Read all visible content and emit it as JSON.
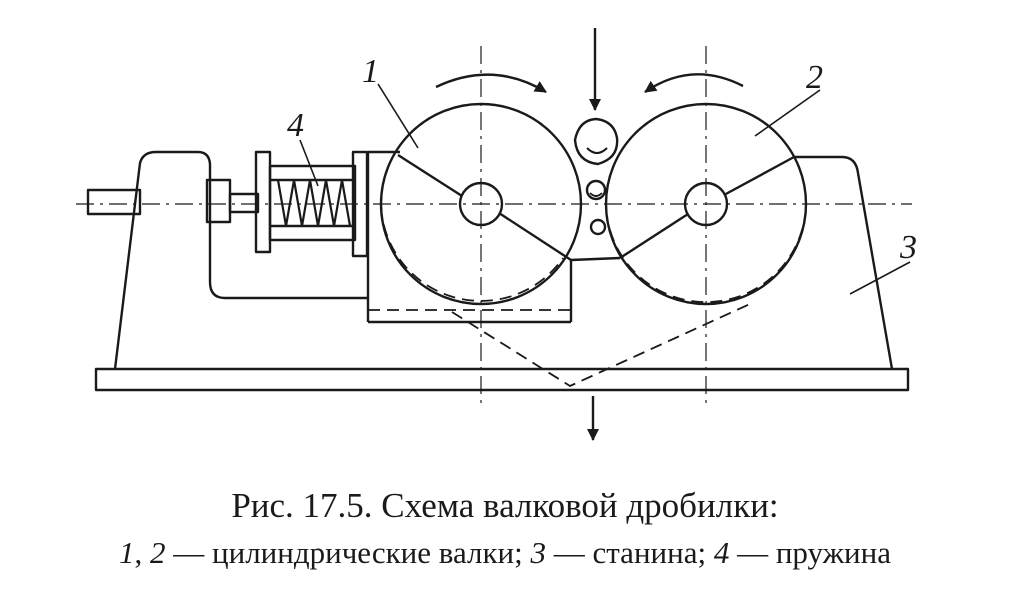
{
  "figure": {
    "callouts": {
      "roll1": "1",
      "roll2": "2",
      "frame": "3",
      "spring": "4"
    },
    "caption": {
      "title": "Рис. 17.5. Схема валковой дробилки:",
      "legend": [
        {
          "num": "1",
          "sep": ", "
        },
        {
          "num": "2",
          "sep": " — ",
          "text": "цилиндрические валки; "
        },
        {
          "num": "3",
          "sep": " — ",
          "text": "станина; "
        },
        {
          "num": "4",
          "sep": " — ",
          "text": "пружина"
        }
      ]
    },
    "colors": {
      "ink": "#1a1a1a",
      "paper": "#ffffff"
    }
  }
}
